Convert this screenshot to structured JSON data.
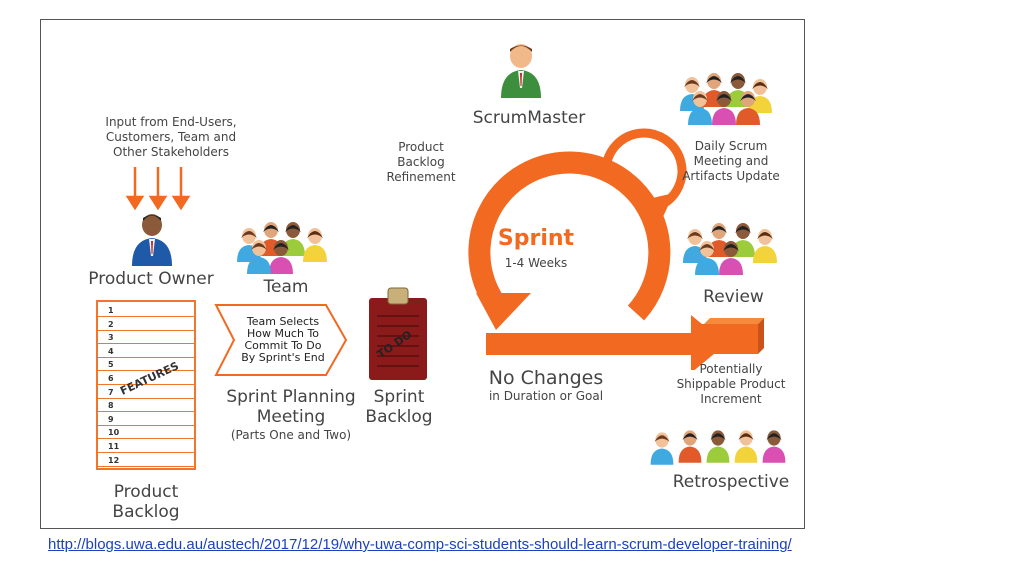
{
  "diagram": {
    "input_text": "Input from End-Users,\nCustomers, Team and\nOther Stakeholders",
    "product_owner": "Product Owner",
    "product_backlog": "Product\nBacklog",
    "backlog_items": [
      "1",
      "2",
      "3",
      "4",
      "5",
      "6",
      "7",
      "8",
      "9",
      "10",
      "11",
      "12"
    ],
    "features_label": "FEATURES",
    "team": "Team",
    "team_selects": "Team Selects\nHow Much To\nCommit To Do\nBy Sprint's End",
    "sprint_planning": "Sprint Planning\nMeeting",
    "parts": "(Parts One and Two)",
    "sprint_backlog": "Sprint\nBacklog",
    "clipboard_label": "TO DO",
    "backlog_refinement": "Product\nBacklog\nRefinement",
    "scrummaster": "ScrumMaster",
    "sprint_title": "Sprint",
    "sprint_duration": "1-4 Weeks",
    "no_changes": "No Changes",
    "no_changes_sub": "in Duration or Goal",
    "daily_scrum": "Daily Scrum\nMeeting and\nArtifacts Update",
    "review": "Review",
    "increment": "Potentially\nShippable Product\nIncrement",
    "retrospective": "Retrospective"
  },
  "source_url": "http://blogs.uwa.edu.au/austech/2017/12/19/why-uwa-comp-sci-students-should-learn-scrum-developer-training/",
  "colors": {
    "accent": "#f26a21",
    "text": "#444444",
    "link": "#1f3fbf"
  }
}
